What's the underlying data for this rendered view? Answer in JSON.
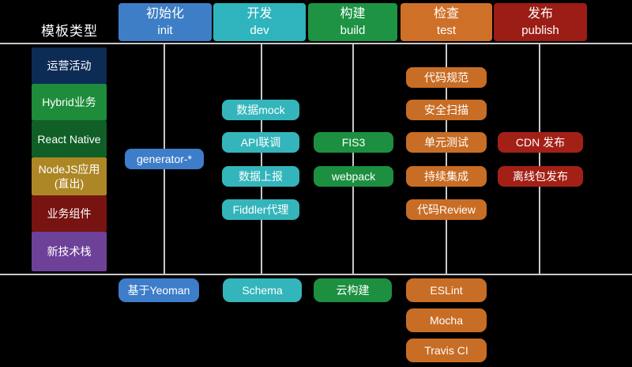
{
  "page": {
    "background": "#000000",
    "line_color": "#c8c8c8"
  },
  "sidebar": {
    "title": "模板类型",
    "items": [
      {
        "label": "运营活动",
        "color": "#0d2c55"
      },
      {
        "label": "Hybrid业务",
        "color": "#1e8c3a"
      },
      {
        "label": "React Native",
        "color": "#0f5f26"
      },
      {
        "label": "NodeJS应用",
        "label_line2": "(直出)",
        "color": "#ad8725"
      },
      {
        "label": "业务组件",
        "color": "#771310"
      },
      {
        "label": "新技术栈",
        "color": "#6e4199"
      }
    ]
  },
  "columns": [
    {
      "key": "init",
      "title_zh": "初始化",
      "title_en": "init",
      "header_color": "#3e7ec6",
      "item_color": "#3d7dc9",
      "items": [
        "generator-*"
      ],
      "footer_items": [
        "基于Yeoman"
      ]
    },
    {
      "key": "dev",
      "title_zh": "开发",
      "title_en": "dev",
      "header_color": "#2fb4bd",
      "item_color": "#34b5bb",
      "items": [
        "数据mock",
        "API联调",
        "数据上报",
        "Fiddler代理"
      ],
      "footer_items": [
        "Schema"
      ]
    },
    {
      "key": "build",
      "title_zh": "构建",
      "title_en": "build",
      "header_color": "#1d9343",
      "item_color": "#1c9040",
      "items": [
        "FIS3",
        "webpack"
      ],
      "footer_items": [
        "云构建"
      ]
    },
    {
      "key": "test",
      "title_zh": "检查",
      "title_en": "test",
      "header_color": "#cf7029",
      "item_color": "#c86d25",
      "items": [
        "代码规范",
        "安全扫描",
        "单元测试",
        "持续集成",
        "代码Review"
      ],
      "footer_items": [
        "ESLint",
        "Mocha",
        "Travis CI"
      ]
    },
    {
      "key": "publish",
      "title_zh": "发布",
      "title_en": "publish",
      "header_color": "#9b1d15",
      "item_color": "#a32017",
      "items": [
        "CDN 发布",
        "离线包发布"
      ],
      "footer_items": []
    }
  ]
}
